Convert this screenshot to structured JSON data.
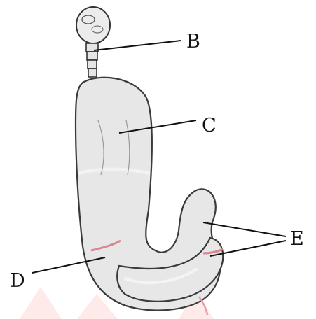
{
  "labels": {
    "B": "B",
    "C": "C",
    "D": "D",
    "E": "E"
  },
  "colors": {
    "cell_fill": "#e7e7e7",
    "cell_outline": "#3a3a3a",
    "band": "#d9868c",
    "watermark": "#ffd6d6"
  }
}
